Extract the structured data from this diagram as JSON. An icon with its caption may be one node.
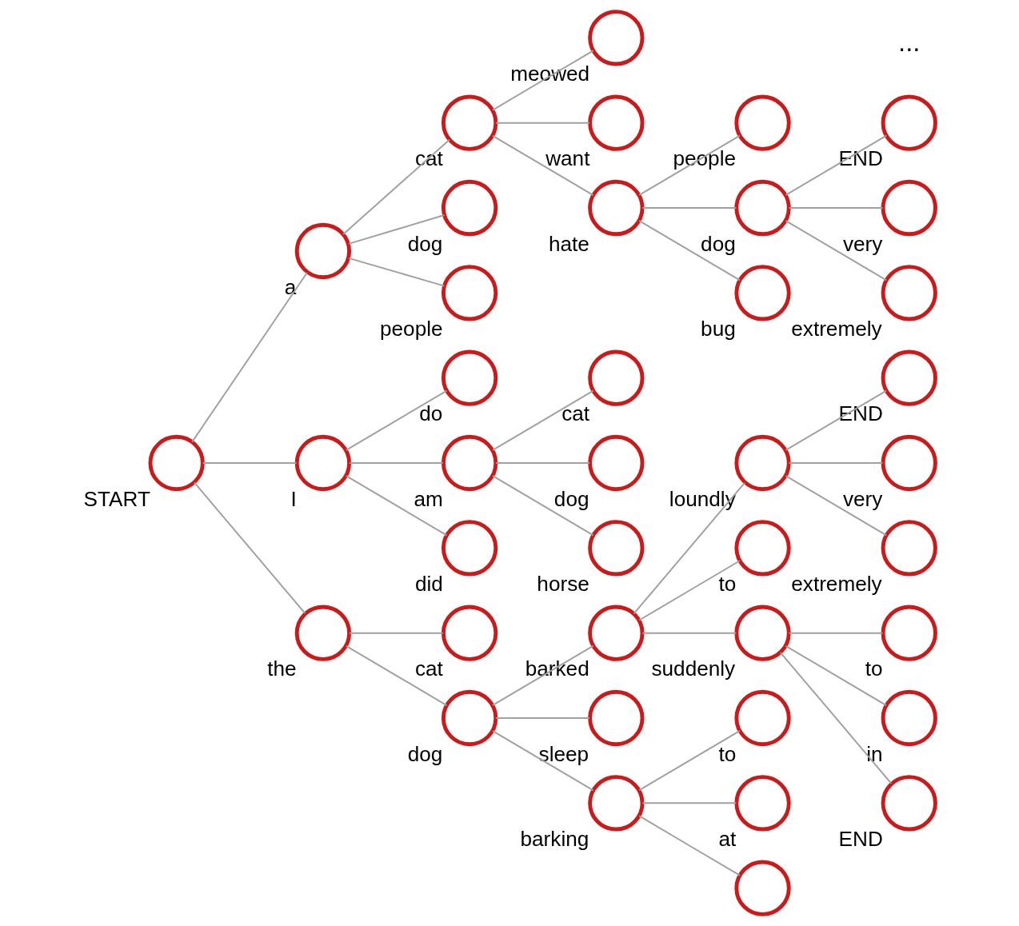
{
  "diagram": {
    "nodes": [
      {
        "text": [
          "START"
        ]
      },
      {
        "text": [
          "a"
        ]
      },
      {
        "text": [
          "cat"
        ]
      },
      {
        "text": [
          "meowed"
        ]
      },
      {
        "text": [
          "want"
        ]
      },
      {
        "text": [
          "hate"
        ]
      },
      {
        "text": [
          "people"
        ]
      },
      {
        "text": [
          "dog"
        ]
      },
      {
        "text": [
          "END"
        ]
      },
      {
        "text": [
          "very"
        ]
      },
      {
        "text": [
          "extremely"
        ]
      },
      {
        "text": [
          "bug"
        ]
      },
      {
        "text": [
          "dog"
        ]
      },
      {
        "text": [
          "people"
        ]
      },
      {
        "text": [
          "I"
        ]
      },
      {
        "text": [
          "do"
        ]
      },
      {
        "text": [
          "am"
        ]
      },
      {
        "text": [
          "cat"
        ]
      },
      {
        "text": [
          "dog"
        ]
      },
      {
        "text": [
          "horse"
        ]
      },
      {
        "text": [
          "did"
        ]
      },
      {
        "text": [
          "the"
        ]
      },
      {
        "text": [
          "cat"
        ]
      },
      {
        "text": [
          "dog"
        ]
      },
      {
        "text": [
          "barked"
        ]
      },
      {
        "text": [
          "loundly"
        ]
      },
      {
        "text": [
          "END"
        ]
      },
      {
        "text": [
          "very"
        ]
      },
      {
        "text": [
          "extremely"
        ]
      },
      {
        "text": [
          "to"
        ]
      },
      {
        "text": [
          "suddenly"
        ]
      },
      {
        "text": [
          "to"
        ]
      },
      {
        "text": [
          "in"
        ]
      },
      {
        "text": [
          "END"
        ]
      },
      {
        "text": [
          "sleep"
        ]
      },
      {
        "text": [
          "barking"
        ]
      },
      {
        "text": [
          "to"
        ]
      },
      {
        "text": [
          "at"
        ]
      },
      {
        "text": [],
        "shape": "circle"
      }
    ],
    "edges": [
      {
        "from": 0,
        "to": 1,
        "arrow": "none"
      },
      {
        "from": 1,
        "to": 2,
        "arrow": "none"
      },
      {
        "from": 2,
        "to": 3,
        "arrow": "none"
      },
      {
        "from": 2,
        "to": 4,
        "arrow": "none"
      },
      {
        "from": 2,
        "to": 5,
        "arrow": "none"
      },
      {
        "from": 5,
        "to": 6,
        "arrow": "none"
      },
      {
        "from": 5,
        "to": 7,
        "arrow": "none"
      },
      {
        "from": 7,
        "to": 8,
        "arrow": "none"
      },
      {
        "from": 7,
        "to": 9,
        "arrow": "none"
      },
      {
        "from": 7,
        "to": 10,
        "arrow": "none"
      },
      {
        "from": 5,
        "to": 11,
        "arrow": "none"
      },
      {
        "from": 1,
        "to": 12,
        "arrow": "none"
      },
      {
        "from": 1,
        "to": 13,
        "arrow": "none"
      },
      {
        "from": 0,
        "to": 14,
        "arrow": "none"
      },
      {
        "from": 14,
        "to": 15,
        "arrow": "none"
      },
      {
        "from": 14,
        "to": 16,
        "arrow": "none"
      },
      {
        "from": 16,
        "to": 17,
        "arrow": "none"
      },
      {
        "from": 16,
        "to": 18,
        "arrow": "none"
      },
      {
        "from": 16,
        "to": 19,
        "arrow": "none"
      },
      {
        "from": 14,
        "to": 20,
        "arrow": "none"
      },
      {
        "from": 0,
        "to": 21,
        "arrow": "none"
      },
      {
        "from": 21,
        "to": 22,
        "arrow": "none"
      },
      {
        "from": 21,
        "to": 23,
        "arrow": "none"
      },
      {
        "from": 23,
        "to": 24,
        "arrow": "none"
      },
      {
        "from": 24,
        "to": 25,
        "arrow": "none"
      },
      {
        "from": 25,
        "to": 26,
        "arrow": "none"
      },
      {
        "from": 25,
        "to": 27,
        "arrow": "none"
      },
      {
        "from": 25,
        "to": 28,
        "arrow": "none"
      },
      {
        "from": 24,
        "to": 29,
        "arrow": "none"
      },
      {
        "from": 24,
        "to": 30,
        "arrow": "none"
      },
      {
        "from": 30,
        "to": 31,
        "arrow": "none"
      },
      {
        "from": 30,
        "to": 32,
        "arrow": "none"
      },
      {
        "from": 30,
        "to": 33,
        "arrow": "none"
      },
      {
        "from": 23,
        "to": 34,
        "arrow": "none"
      },
      {
        "from": 23,
        "to": 35,
        "arrow": "none"
      },
      {
        "from": 35,
        "to": 36,
        "arrow": "none"
      },
      {
        "from": 35,
        "to": 37,
        "arrow": "none"
      },
      {
        "from": 35,
        "to": 38,
        "arrow": "none"
      }
    ],
    "labels": [
      "..."
    ]
  }
}
